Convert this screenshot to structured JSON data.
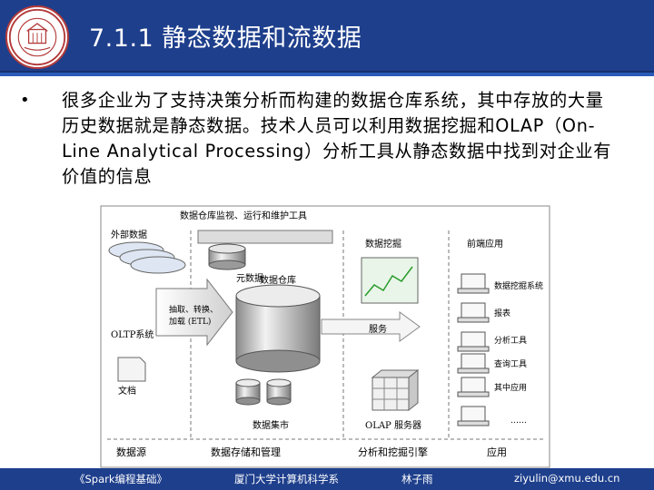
{
  "slide": {
    "title": "7.1.1 静态数据和流数据",
    "bullet_glyph": "•",
    "bullet_text": "很多企业为了支持决策分析而构建的数据仓库系统，其中存放的大量历史数据就是静态数据。技术人员可以利用数据挖掘和OLAP（On-Line Analytical Processing）分析工具从静态数据中找到对企业有价值的信息"
  },
  "diagram": {
    "top_label": "数据仓库监视、运行和维护工具",
    "external_data": "外部数据",
    "meta_data": "元数据",
    "data_warehouse": "数据仓库",
    "etl_line1": "抽取、转换、",
    "etl_line2": "加载 (ETL)",
    "oltp": "OLTP系统",
    "document": "文档",
    "data_mining": "数据挖掘",
    "service": "服务",
    "frontend_apps": "前端应用",
    "data_mart": "数据集市",
    "olap_server": "OLAP 服务器",
    "apps": [
      "数据挖掘系统",
      "报表",
      "分析工具",
      "查询工具",
      "其中应用"
    ],
    "ellipsis": "……",
    "bottom_labels": [
      "数据源",
      "数据存储和管理",
      "分析和挖掘引擎",
      "应用"
    ]
  },
  "footer": {
    "book": "《Spark编程基础》",
    "dept": "厦门大学计算机科学系",
    "author": "林子雨",
    "email": "ziyulin@xmu.edu.cn"
  },
  "colors": {
    "header_bg": "#1e3f8c",
    "footer_bg": "#1e3f8c",
    "title_text": "#ffffff",
    "logo_ring": "#b33b3b"
  }
}
